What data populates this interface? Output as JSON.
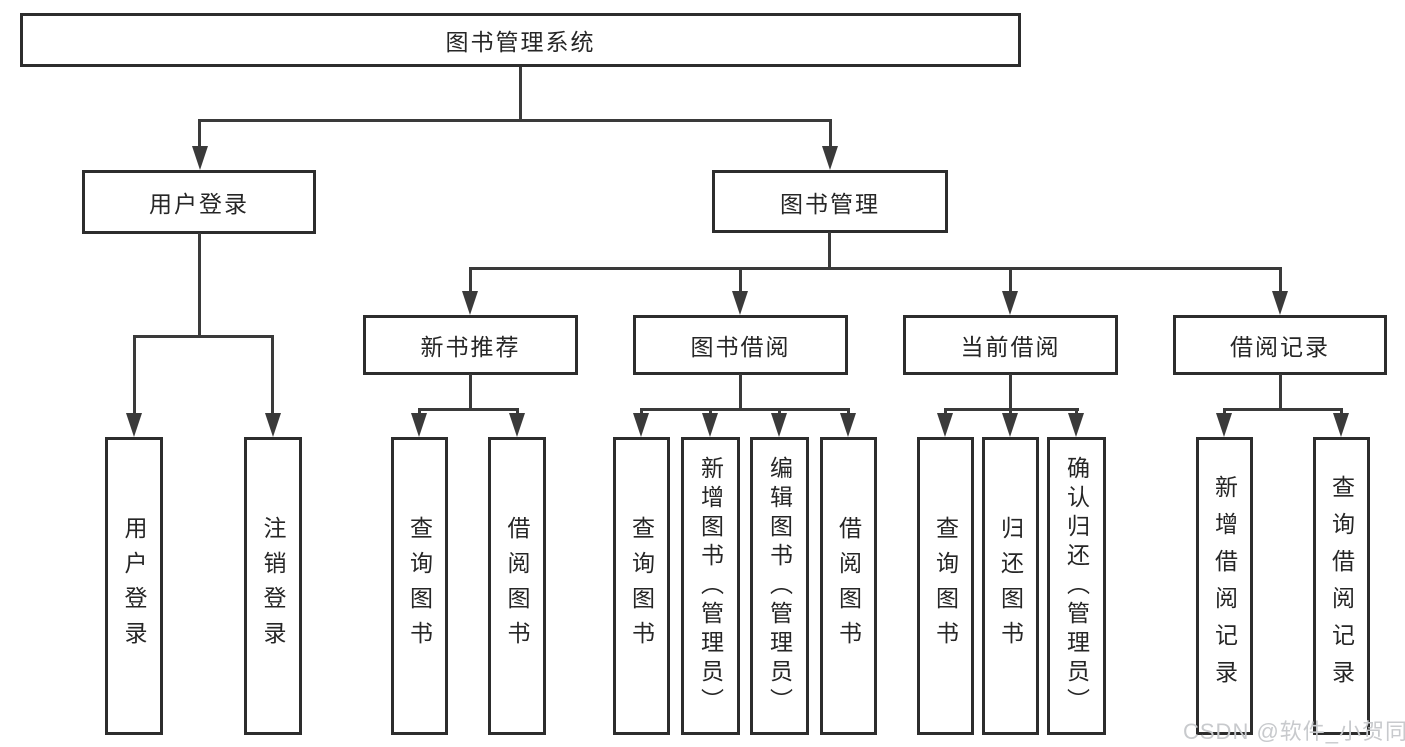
{
  "diagram": {
    "title": "图书管理系统",
    "nodes": {
      "root": "图书管理系统",
      "user_login": "用户登录",
      "book_management": "图书管理",
      "login": "用户登录",
      "logout": "注销登录",
      "new_books": "新书推荐",
      "book_borrow": "图书借阅",
      "current_borrow": "当前借阅",
      "borrow_records": "借阅记录",
      "query_books": "查询图书",
      "borrow_books": "借阅图书",
      "add_books_admin": "新增图书（管理员）",
      "edit_books_admin": "编辑图书（管理员）",
      "return_books": "归还图书",
      "confirm_return_admin": "确认归还（管理员）",
      "add_borrow_record": "新增借阅记录",
      "query_borrow_record": "查询借阅记录"
    },
    "colors": {
      "border": "#2d2d2d",
      "line": "#3a3a3a",
      "text": "#262626",
      "watermark": "#c8cacd",
      "background": "#ffffff"
    }
  },
  "watermark": "CSDN @软件_小贺同学"
}
